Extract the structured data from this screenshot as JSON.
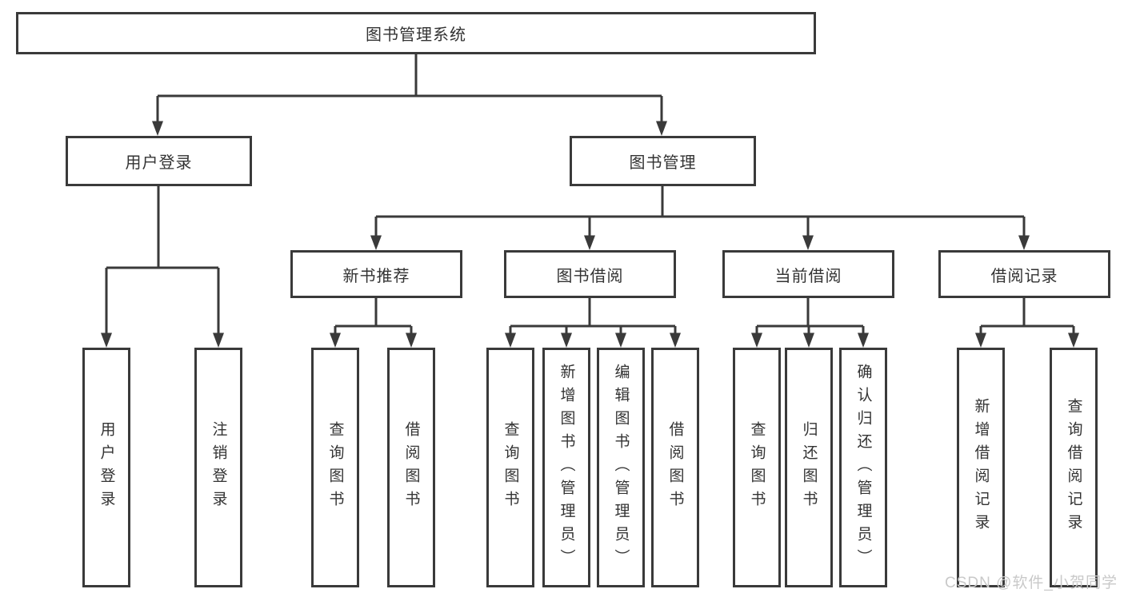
{
  "tree": {
    "root": "图书管理系统",
    "branches": [
      {
        "label": "用户登录",
        "children": [
          "用户登录",
          "注销登录"
        ]
      },
      {
        "label": "图书管理",
        "groups": [
          {
            "label": "新书推荐",
            "children": [
              "查询图书",
              "借阅图书"
            ]
          },
          {
            "label": "图书借阅",
            "children": [
              "查询图书",
              "新增图书（管理员）",
              "编辑图书（管理员）",
              "借阅图书"
            ]
          },
          {
            "label": "当前借阅",
            "children": [
              "查询图书",
              "归还图书",
              "确认归还（管理员）"
            ]
          },
          {
            "label": "借阅记录",
            "children": [
              "新增借阅记录",
              "查询借阅记录"
            ]
          }
        ]
      }
    ],
    "watermark": "CSDN @软件_小贺同学",
    "colors": {
      "line": "#3a3a3a",
      "text": "#333333",
      "background": "#ffffff",
      "watermark": "#c9c9c9"
    }
  }
}
